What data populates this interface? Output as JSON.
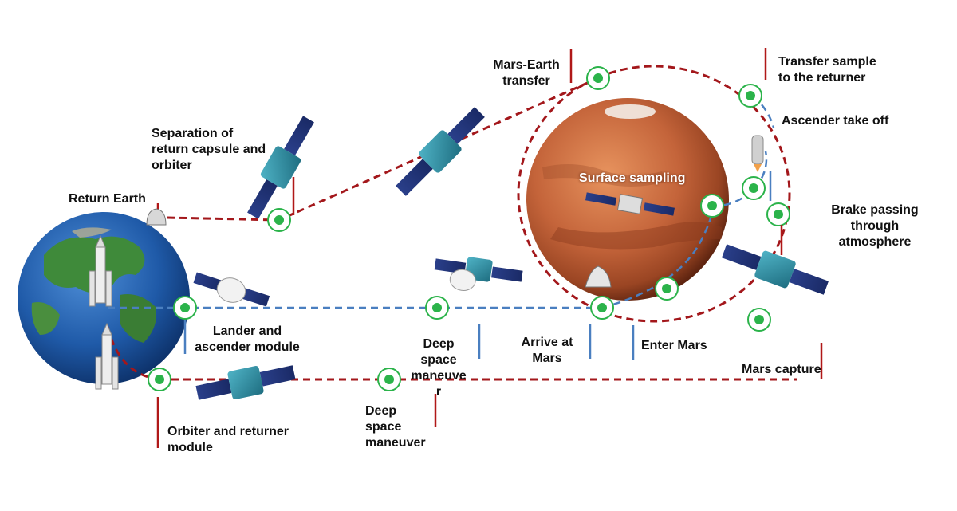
{
  "labels": {
    "mars_earth_transfer": "Mars-Earth\ntransfer",
    "transfer_sample": "Transfer sample\nto the returner",
    "ascender_take_off": "Ascender take off",
    "separation": "Separation of\nreturn capsule and\norbiter",
    "return_earth": "Return  Earth",
    "surface_sampling": "Surface sampling",
    "brake_passing": "Brake passing\nthrough\natmosphere",
    "lander_ascender": "Lander and\nascender module",
    "deep_space_upper": "Deep\nspace\nmaneuve\nr",
    "arrive_at_mars": "Arrive at\nMars",
    "enter_mars": "Enter Mars",
    "mars_capture": "Mars capture",
    "orbiter_returner": "Orbiter and returner\nmodule",
    "deep_space_lower": "Deep\nspace\nmaneuver"
  },
  "colors": {
    "red_path": "#a3171b",
    "blue_path": "#4a7fc0",
    "node_green": "#2bb34a",
    "tick_red": "#b01818",
    "tick_blue": "#4a7fc0",
    "mars": "#c0643a",
    "earth_ocean": "#1f5aa8"
  },
  "icons": [
    "earth-icon",
    "mars-icon",
    "rocket-icon",
    "orbiter-icon",
    "lander-icon",
    "capsule-icon",
    "ascender-icon"
  ]
}
